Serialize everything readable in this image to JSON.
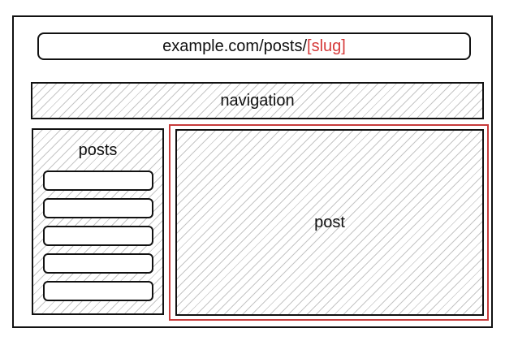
{
  "url_bar": {
    "path": "example.com/posts/",
    "slug": "[slug]"
  },
  "navigation": {
    "label": "navigation"
  },
  "posts_panel": {
    "title": "posts",
    "item_count": 5
  },
  "post_panel": {
    "label": "post"
  },
  "colors": {
    "accent_red": "#d63a3a",
    "outline": "#111111",
    "hatch": "#969696"
  }
}
